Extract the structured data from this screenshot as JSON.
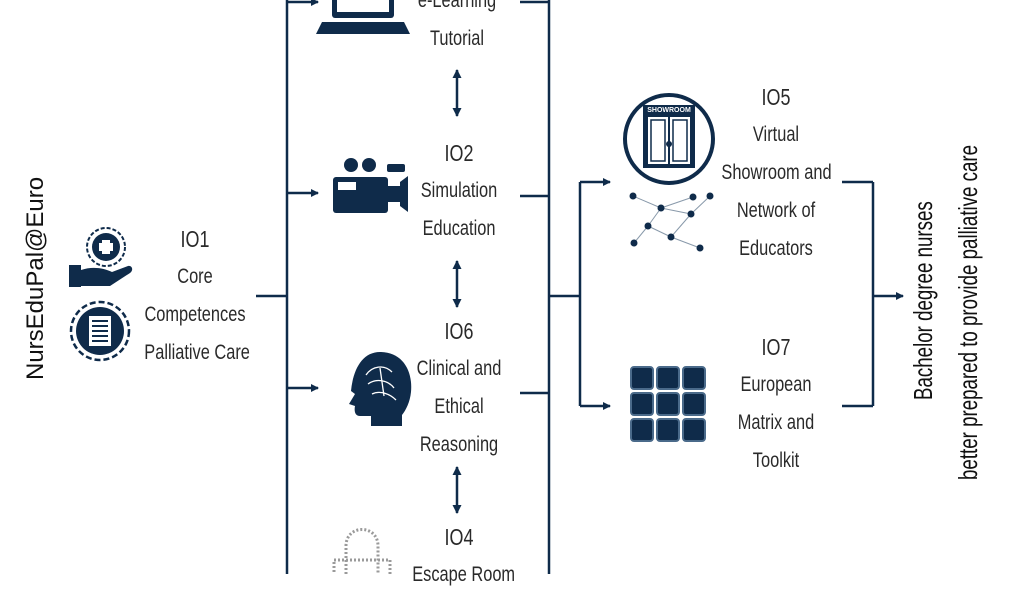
{
  "title": "NursEduPal@Euro",
  "outcome": {
    "line1": "Bachelor degree nurses",
    "line2": "better prepared to provide palliative care"
  },
  "nodes": {
    "io1": {
      "code": "IO1",
      "lines": [
        "Core",
        "Competences",
        "Palliative Care"
      ]
    },
    "io3": {
      "lines": [
        "e-Learning",
        "Tutorial"
      ]
    },
    "io2": {
      "code": "IO2",
      "lines": [
        "Simulation",
        "Education"
      ]
    },
    "io6": {
      "code": "IO6",
      "lines": [
        "Clinical and",
        "Ethical",
        "Reasoning"
      ]
    },
    "io4": {
      "code": "IO4",
      "lines": [
        "Escape Room"
      ]
    },
    "io5": {
      "code": "IO5",
      "lines": [
        "Virtual",
        "Showroom and",
        "Network of",
        "Educators"
      ]
    },
    "io7": {
      "code": "IO7",
      "lines": [
        "European",
        "Matrix and",
        "Toolkit"
      ]
    }
  },
  "icons": {
    "showroom_sign": "SHOWROOM"
  },
  "colors": {
    "navy": "#0f2b4a",
    "text": "#2a2a2a"
  }
}
